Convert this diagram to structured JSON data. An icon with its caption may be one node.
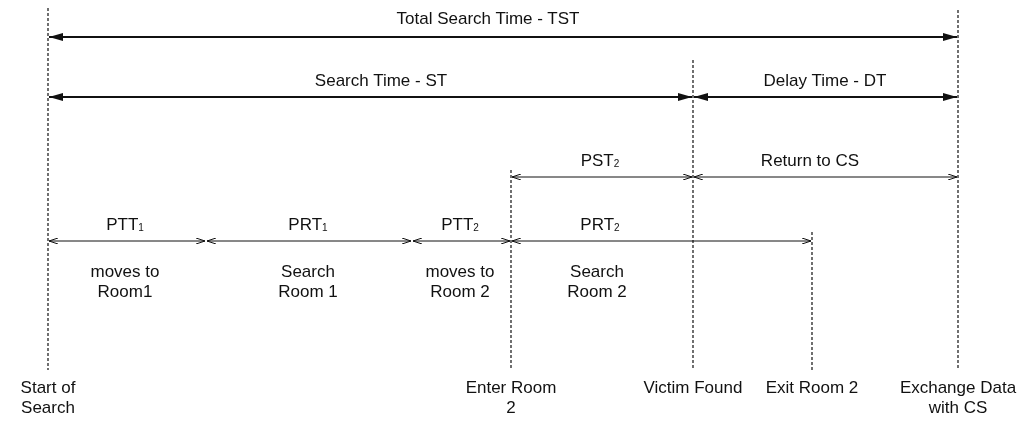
{
  "diagram": {
    "labels": [
      "Total Search Time - TST",
      "Search Time - ST",
      "Delay Time - DT",
      "PST$_{2}$",
      "Return to CS",
      "PTT$_{1}$",
      "PRT$_{1}$",
      "PTT$_{2}$",
      "PRT$_{2}$",
      "moves to Room1",
      "Search Room 1",
      "moves to Room 2",
      "Search Room 2",
      "Start of Search",
      "Enter Room 2",
      "Victim Found",
      "Exit Room 2",
      "Exchange Data with CS"
    ]
  }
}
